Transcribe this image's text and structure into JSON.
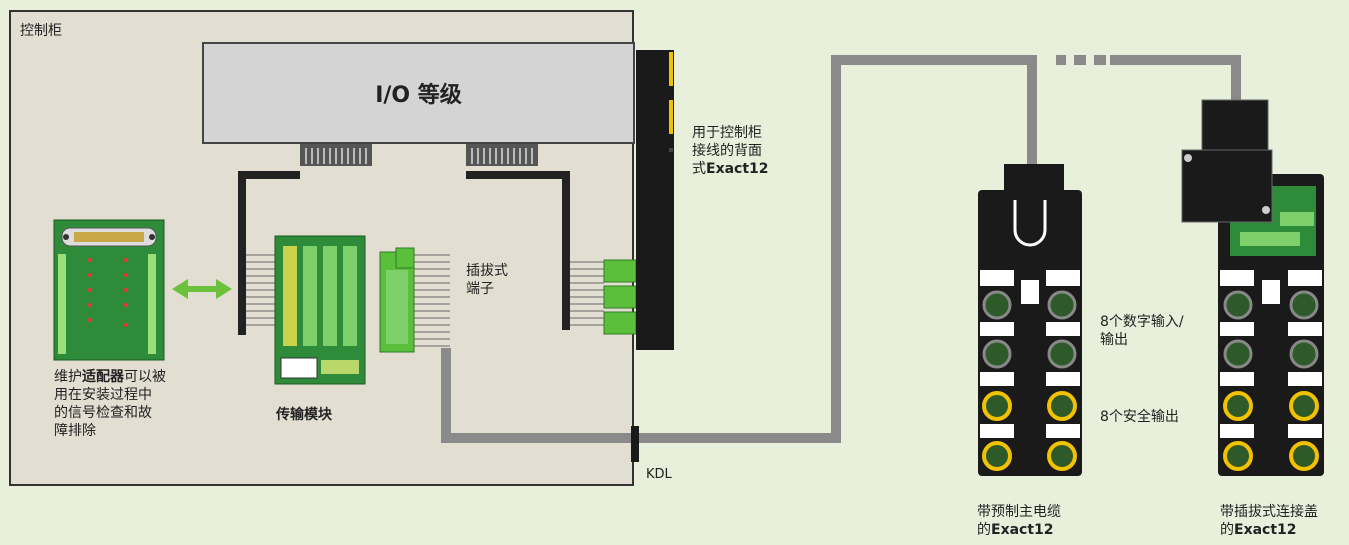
{
  "cabinet_label": "控制柜",
  "io_label": "I/O 等级",
  "back_exact12_label": "用于控制柜\n接线的背面\n式Exact12",
  "back_exact12_lines": [
    "用于控制柜",
    "接线的背面",
    "式"
  ],
  "back_exact12_bold": "Exact12",
  "plug_terminal_label": "插拔式\n端子",
  "transfer_module_label": "传输模块",
  "adapter_text_pre": "维护",
  "adapter_text_bold": "适配器",
  "adapter_text_post": "可以被\n用在安装过程中\n的信号检查和故\n障排除",
  "kdl_label": "KDL",
  "digital_io_label": "8个数字输入/\n输出",
  "safety_output_label": "8个安全输出",
  "left_box_caption_line1": "带预制主电缆",
  "left_box_caption_pre": "的",
  "left_box_caption_bold": "Exact12",
  "right_box_caption_line1": "带插拔式连接盖",
  "right_box_caption_pre": "的",
  "right_box_caption_bold": "Exact12",
  "colors": {
    "background": "#e8f0dc",
    "cabinet": "#e2ded2",
    "pcb": "#2e8b3a",
    "connector_green": "#5cbf3c",
    "arrow_green": "#6cc13c",
    "cable": "#8a8a8a",
    "yellow_port": "#f2c200",
    "dark": "#1a1a1a"
  }
}
